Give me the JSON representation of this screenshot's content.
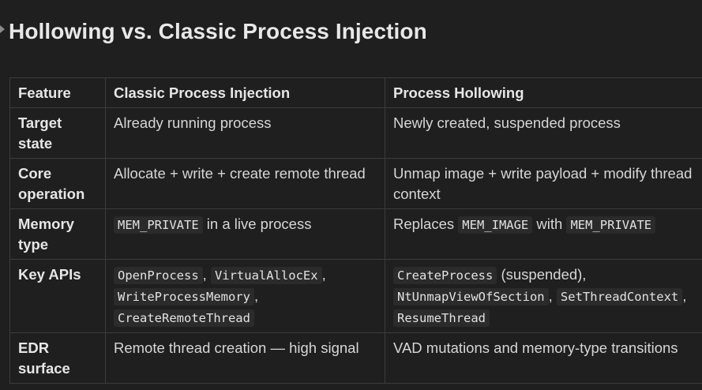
{
  "title": "Hollowing vs. Classic Process Injection",
  "table": {
    "headers": [
      "Feature",
      "Classic Process Injection",
      "Process Hollowing"
    ],
    "rows": [
      {
        "feature": "Target state",
        "classic": "Already running process",
        "hollowing": "Newly created, suspended process"
      },
      {
        "feature": "Core operation",
        "classic": "Allocate + write + create remote thread",
        "hollowing": "Unmap image + write payload + modify thread context"
      },
      {
        "feature": "Memory type",
        "classic": {
          "code1": "MEM_PRIVATE",
          "text1": "in a live process"
        },
        "hollowing": {
          "text1": "Replaces",
          "code1": "MEM_IMAGE",
          "text2": "with",
          "code2": "MEM_PRIVATE"
        }
      },
      {
        "feature": "Key APIs",
        "classic": {
          "code1": "OpenProcess",
          "code2": "VirtualAllocEx",
          "code3": "WriteProcessMemory",
          "code4": "CreateRemoteThread"
        },
        "hollowing": {
          "code1": "CreateProcess",
          "text1": "(suspended),",
          "code2": "NtUnmapViewOfSection",
          "code3": "SetThreadContext",
          "code4": "ResumeThread"
        }
      },
      {
        "feature": "EDR surface",
        "classic": "Remote thread creation — high signal",
        "hollowing": "VAD mutations and memory-type transitions"
      }
    ]
  }
}
